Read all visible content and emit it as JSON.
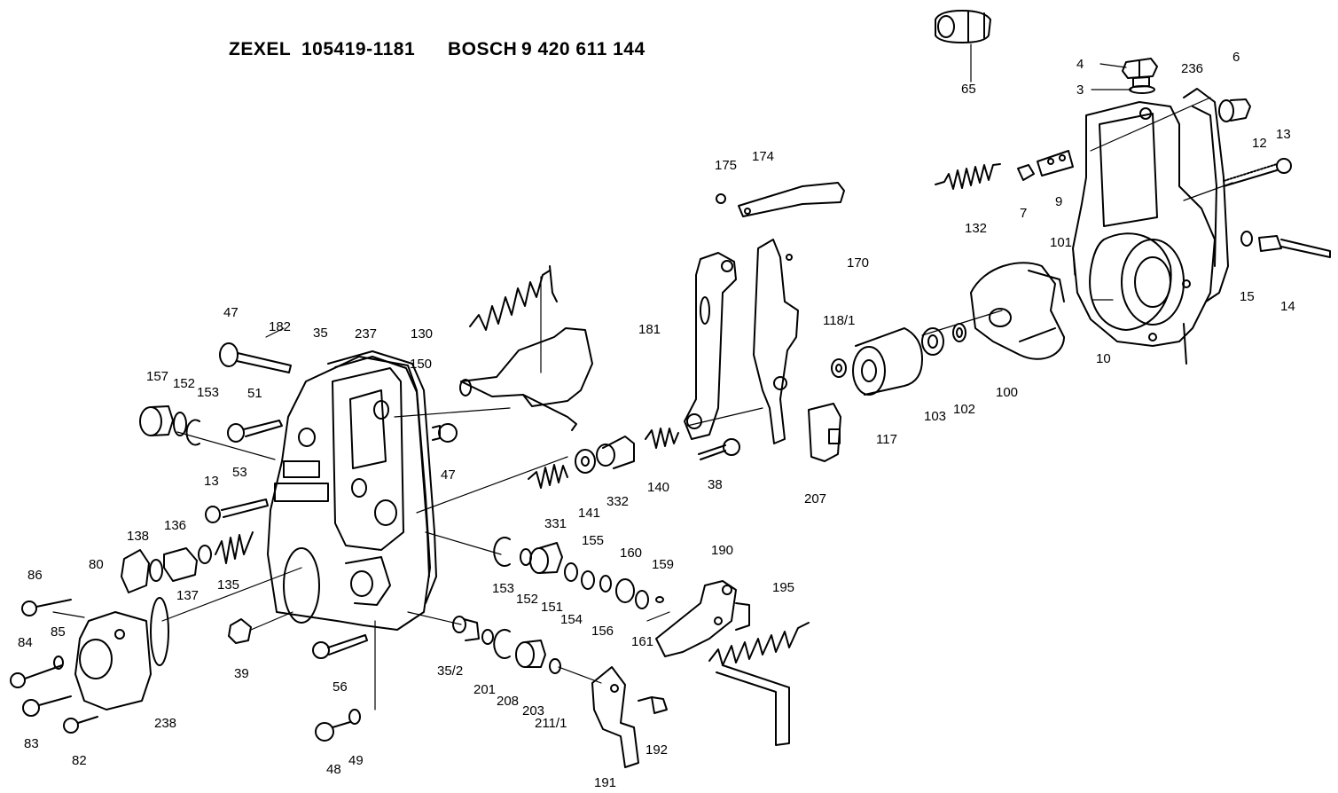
{
  "header": {
    "zexel_label": "ZEXEL",
    "zexel_number": "105419-1181",
    "bosch_label": "BOSCH",
    "bosch_number": "9 420 611 144"
  },
  "callouts": [
    "65",
    "4",
    "3",
    "236",
    "6",
    "13",
    "12",
    "175",
    "174",
    "132",
    "7",
    "9",
    "101",
    "15",
    "14",
    "170",
    "130",
    "181",
    "118/1",
    "10",
    "47",
    "182",
    "35",
    "237",
    "150",
    "100",
    "102",
    "103",
    "117",
    "157",
    "152",
    "153",
    "51",
    "47",
    "38",
    "140",
    "207",
    "13",
    "53",
    "331",
    "141",
    "332",
    "138",
    "136",
    "135",
    "137",
    "155",
    "160",
    "159",
    "190",
    "195",
    "86",
    "80",
    "153",
    "152",
    "151",
    "154",
    "156",
    "161",
    "84",
    "85",
    "39",
    "56",
    "35/2",
    "201",
    "208",
    "203",
    "211/1",
    "192",
    "83",
    "238",
    "82",
    "48",
    "49",
    "191"
  ]
}
